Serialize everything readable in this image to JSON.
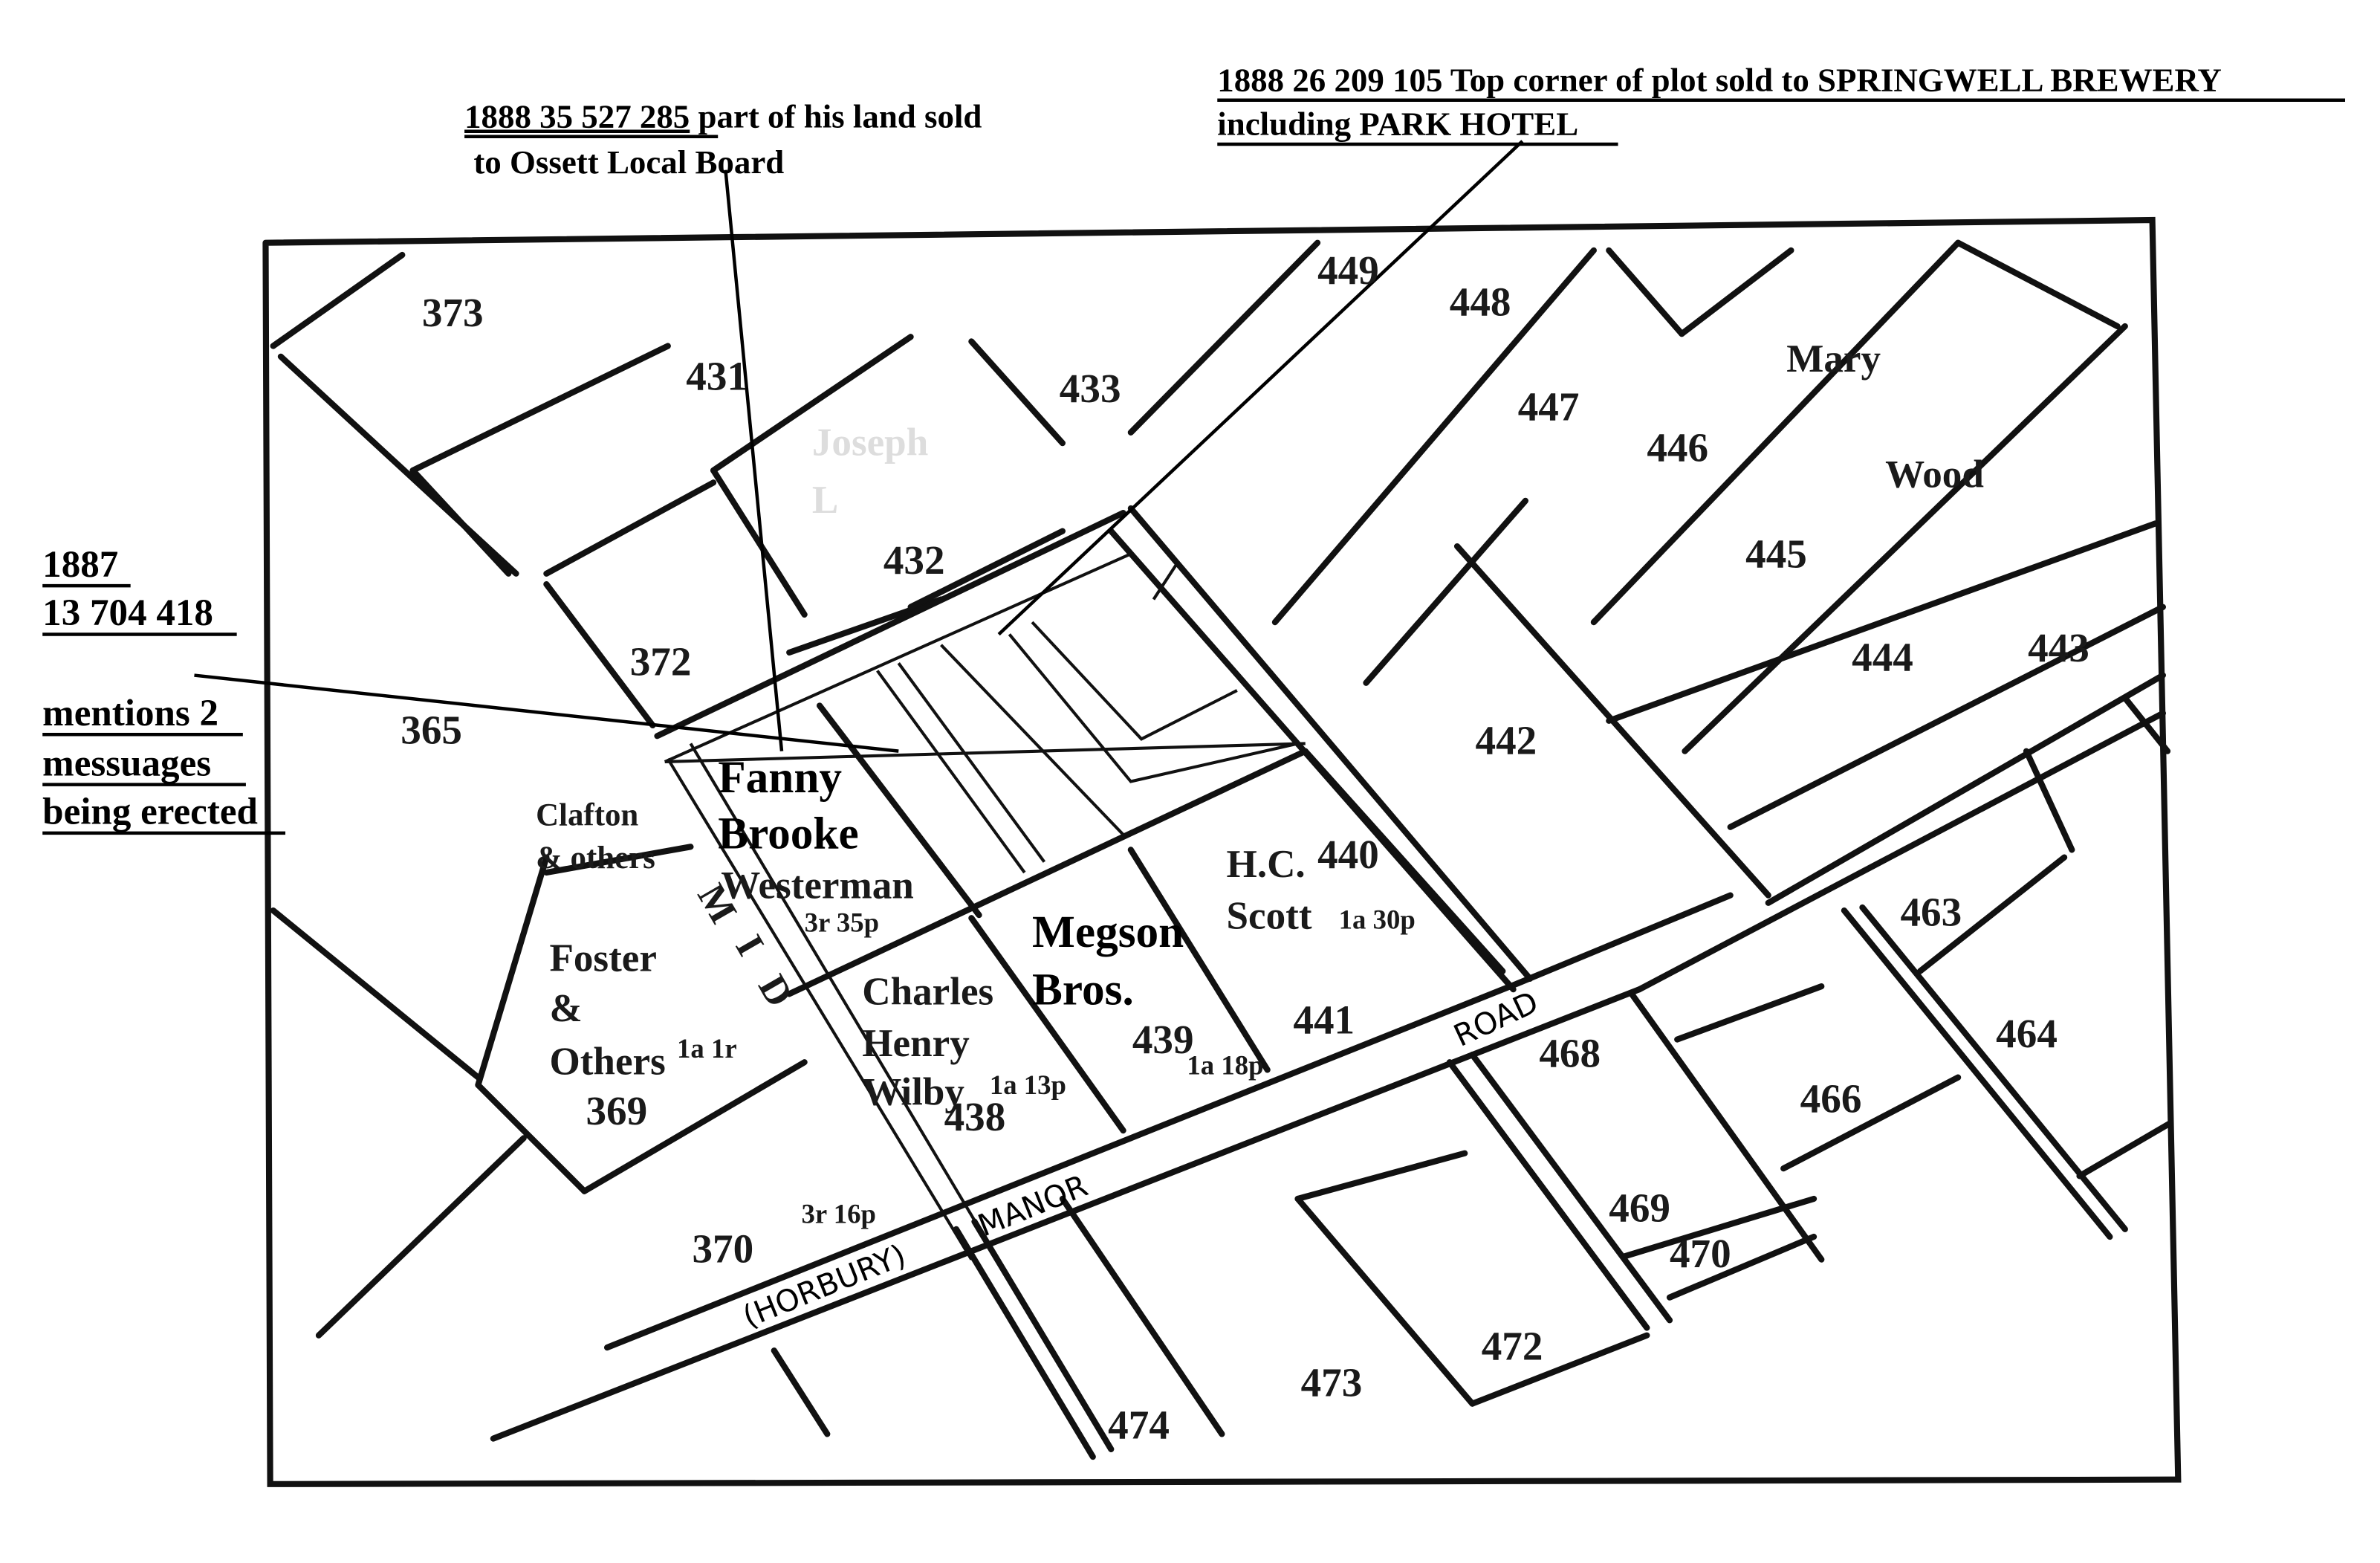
{
  "annotations": {
    "top_left": {
      "ref": "1888 35 527 285",
      "text1": " part of his land sold",
      "text2": "to Ossett Local Board"
    },
    "top_right": {
      "line1": "1888 26 209 105  Top corner of plot sold to SPRINGWELL BREWERY",
      "line2": "including PARK HOTEL"
    },
    "left": {
      "year": "1887",
      "ref": "13 704 418",
      "line1": "mentions 2",
      "line2": "messuages",
      "line3": "being erected"
    }
  },
  "plots": [
    "373",
    "431",
    "433",
    "449",
    "448",
    "447",
    "446",
    "445",
    "444",
    "443",
    "442",
    "432",
    "372",
    "365",
    "440",
    "441",
    "439",
    "438",
    "369",
    "370",
    "468",
    "466",
    "463",
    "464",
    "469",
    "470",
    "472",
    "473",
    "474"
  ],
  "owners": {
    "fanny": [
      "Fanny",
      "Brooke"
    ],
    "westerman": "Westerman",
    "westerman_area": "3r 35p",
    "clafton": [
      "Clafton",
      "& others"
    ],
    "foster": [
      "Foster",
      "&",
      "Others"
    ],
    "foster_area": "1a 1r",
    "charles": [
      "Charles",
      "Henry",
      "Wilby"
    ],
    "charles_area": "1a 13p",
    "megson": [
      "Megson",
      "Bros."
    ],
    "megson_area": "1a 18p",
    "hc": [
      "H.C.",
      "Scott"
    ],
    "hc_area": "1a 30p",
    "mary": [
      "Mary",
      "Wood"
    ],
    "area_370": "3r 16p",
    "faint": [
      "Joseph",
      "L"
    ]
  },
  "roads": {
    "mid": [
      "M",
      "I",
      "D"
    ],
    "road": "ROAD",
    "manor": "MANOR",
    "horbury": "(HORBURY)"
  }
}
